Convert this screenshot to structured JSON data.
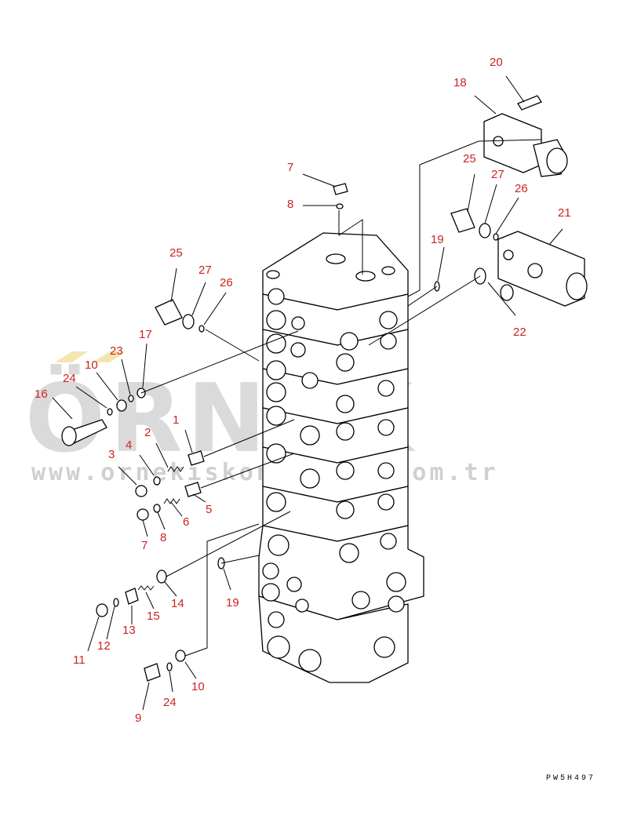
{
  "watermark": {
    "brand": "ÖRNEK",
    "url": "www.ornekiskonkalari.com.tr",
    "accent_color": "#f3e6b0",
    "text_color": "#bdbdbd"
  },
  "drawing_code": "PW5H497",
  "callout_color": "#cc2222",
  "callouts": [
    "20",
    "18",
    "7",
    "8",
    "25",
    "27",
    "26",
    "21",
    "19",
    "22",
    "25",
    "27",
    "26",
    "17",
    "23",
    "10",
    "24",
    "16",
    "1",
    "2",
    "4",
    "3",
    "5",
    "6",
    "7",
    "8",
    "14",
    "19",
    "13",
    "15",
    "11",
    "12",
    "9",
    "24",
    "10"
  ]
}
